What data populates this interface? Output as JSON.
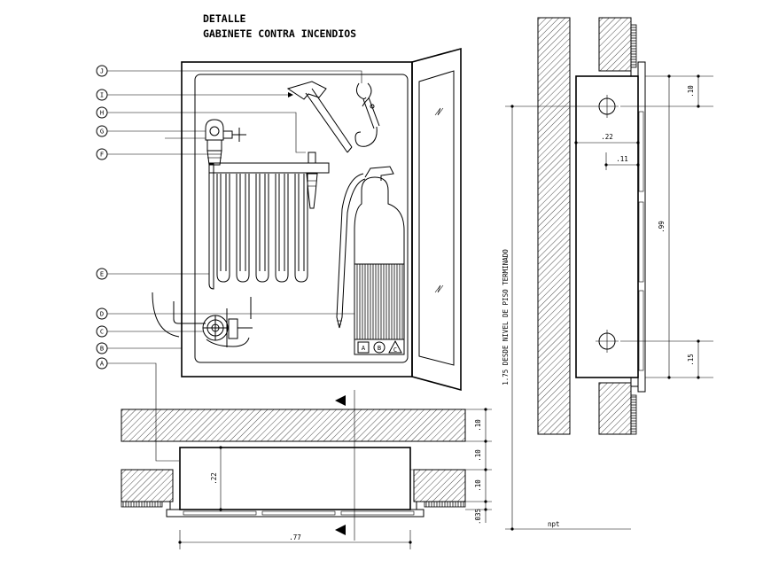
{
  "title": {
    "line1": "DETALLE",
    "line2": "GABINETE CONTRA INCENDIOS"
  },
  "callouts": [
    "A",
    "B",
    "C",
    "D",
    "E",
    "F",
    "G",
    "H",
    "I",
    "J"
  ],
  "extinguisher_classes": [
    "A",
    "B",
    "C"
  ],
  "dimensions": {
    "plan_width": ".77",
    "plan_depth": ".22",
    "wall_a": ".10",
    "wall_b": ".10",
    "wall_c": ".10",
    "plan_offset": ".035",
    "side_depth": ".22",
    "side_offset": ".11",
    "side_top": ".10",
    "side_height": ".99",
    "side_bottom": ".15",
    "floor_height": "1.75 DESDE NIVEL DE PISO TERMINADO",
    "floor_label": "npt"
  },
  "colors": {
    "line": "#000000",
    "background": "#ffffff"
  }
}
